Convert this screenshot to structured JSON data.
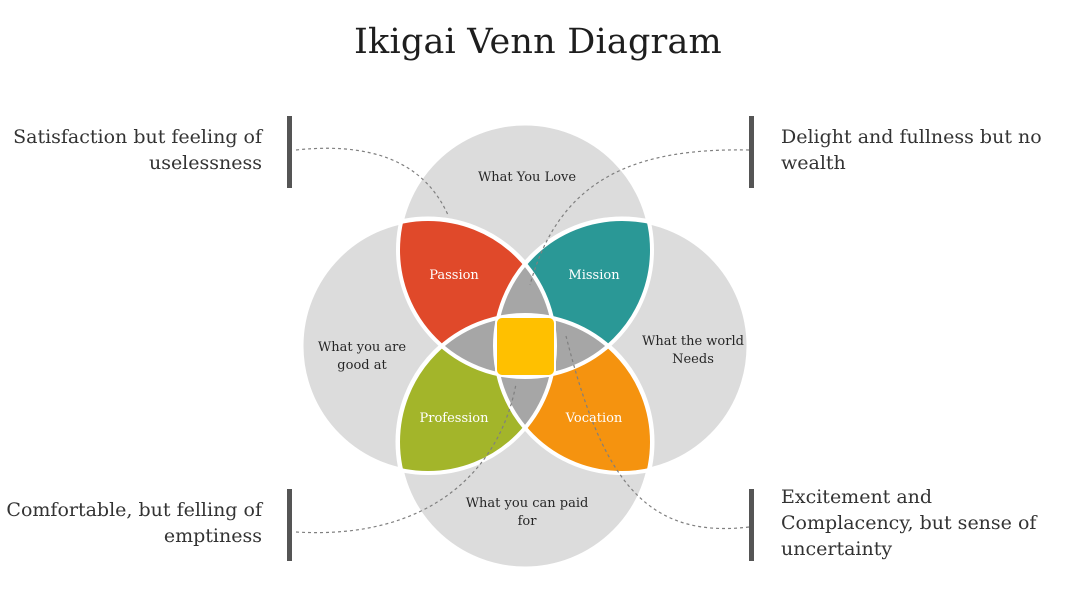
{
  "title": "Ikigai Venn Diagram",
  "circles": {
    "top": "What You Love",
    "left": [
      "What you are",
      "good at"
    ],
    "right": [
      "What the world",
      "Needs"
    ],
    "bottom": [
      "What you can paid",
      "for"
    ]
  },
  "petals": {
    "passion": "Passion",
    "mission": "Mission",
    "profession": "Profession",
    "vocation": "Vocation"
  },
  "notes": {
    "top_left": [
      "Satisfaction but feeling of",
      "uselessness"
    ],
    "top_right": [
      "Delight and fullness but no",
      "wealth"
    ],
    "bottom_left": [
      "Comfortable, but felling of",
      "emptiness"
    ],
    "bottom_right": [
      "Excitement and",
      "Complacency, but sense of",
      "uncertainty"
    ]
  },
  "colors": {
    "circle_fill": "#dcdcdc",
    "overlap_fill": "#a6a6a6",
    "passion": "#e0492a",
    "mission": "#2a9896",
    "profession": "#a3b52a",
    "vocation": "#f5930f",
    "center": "#ffc000"
  }
}
